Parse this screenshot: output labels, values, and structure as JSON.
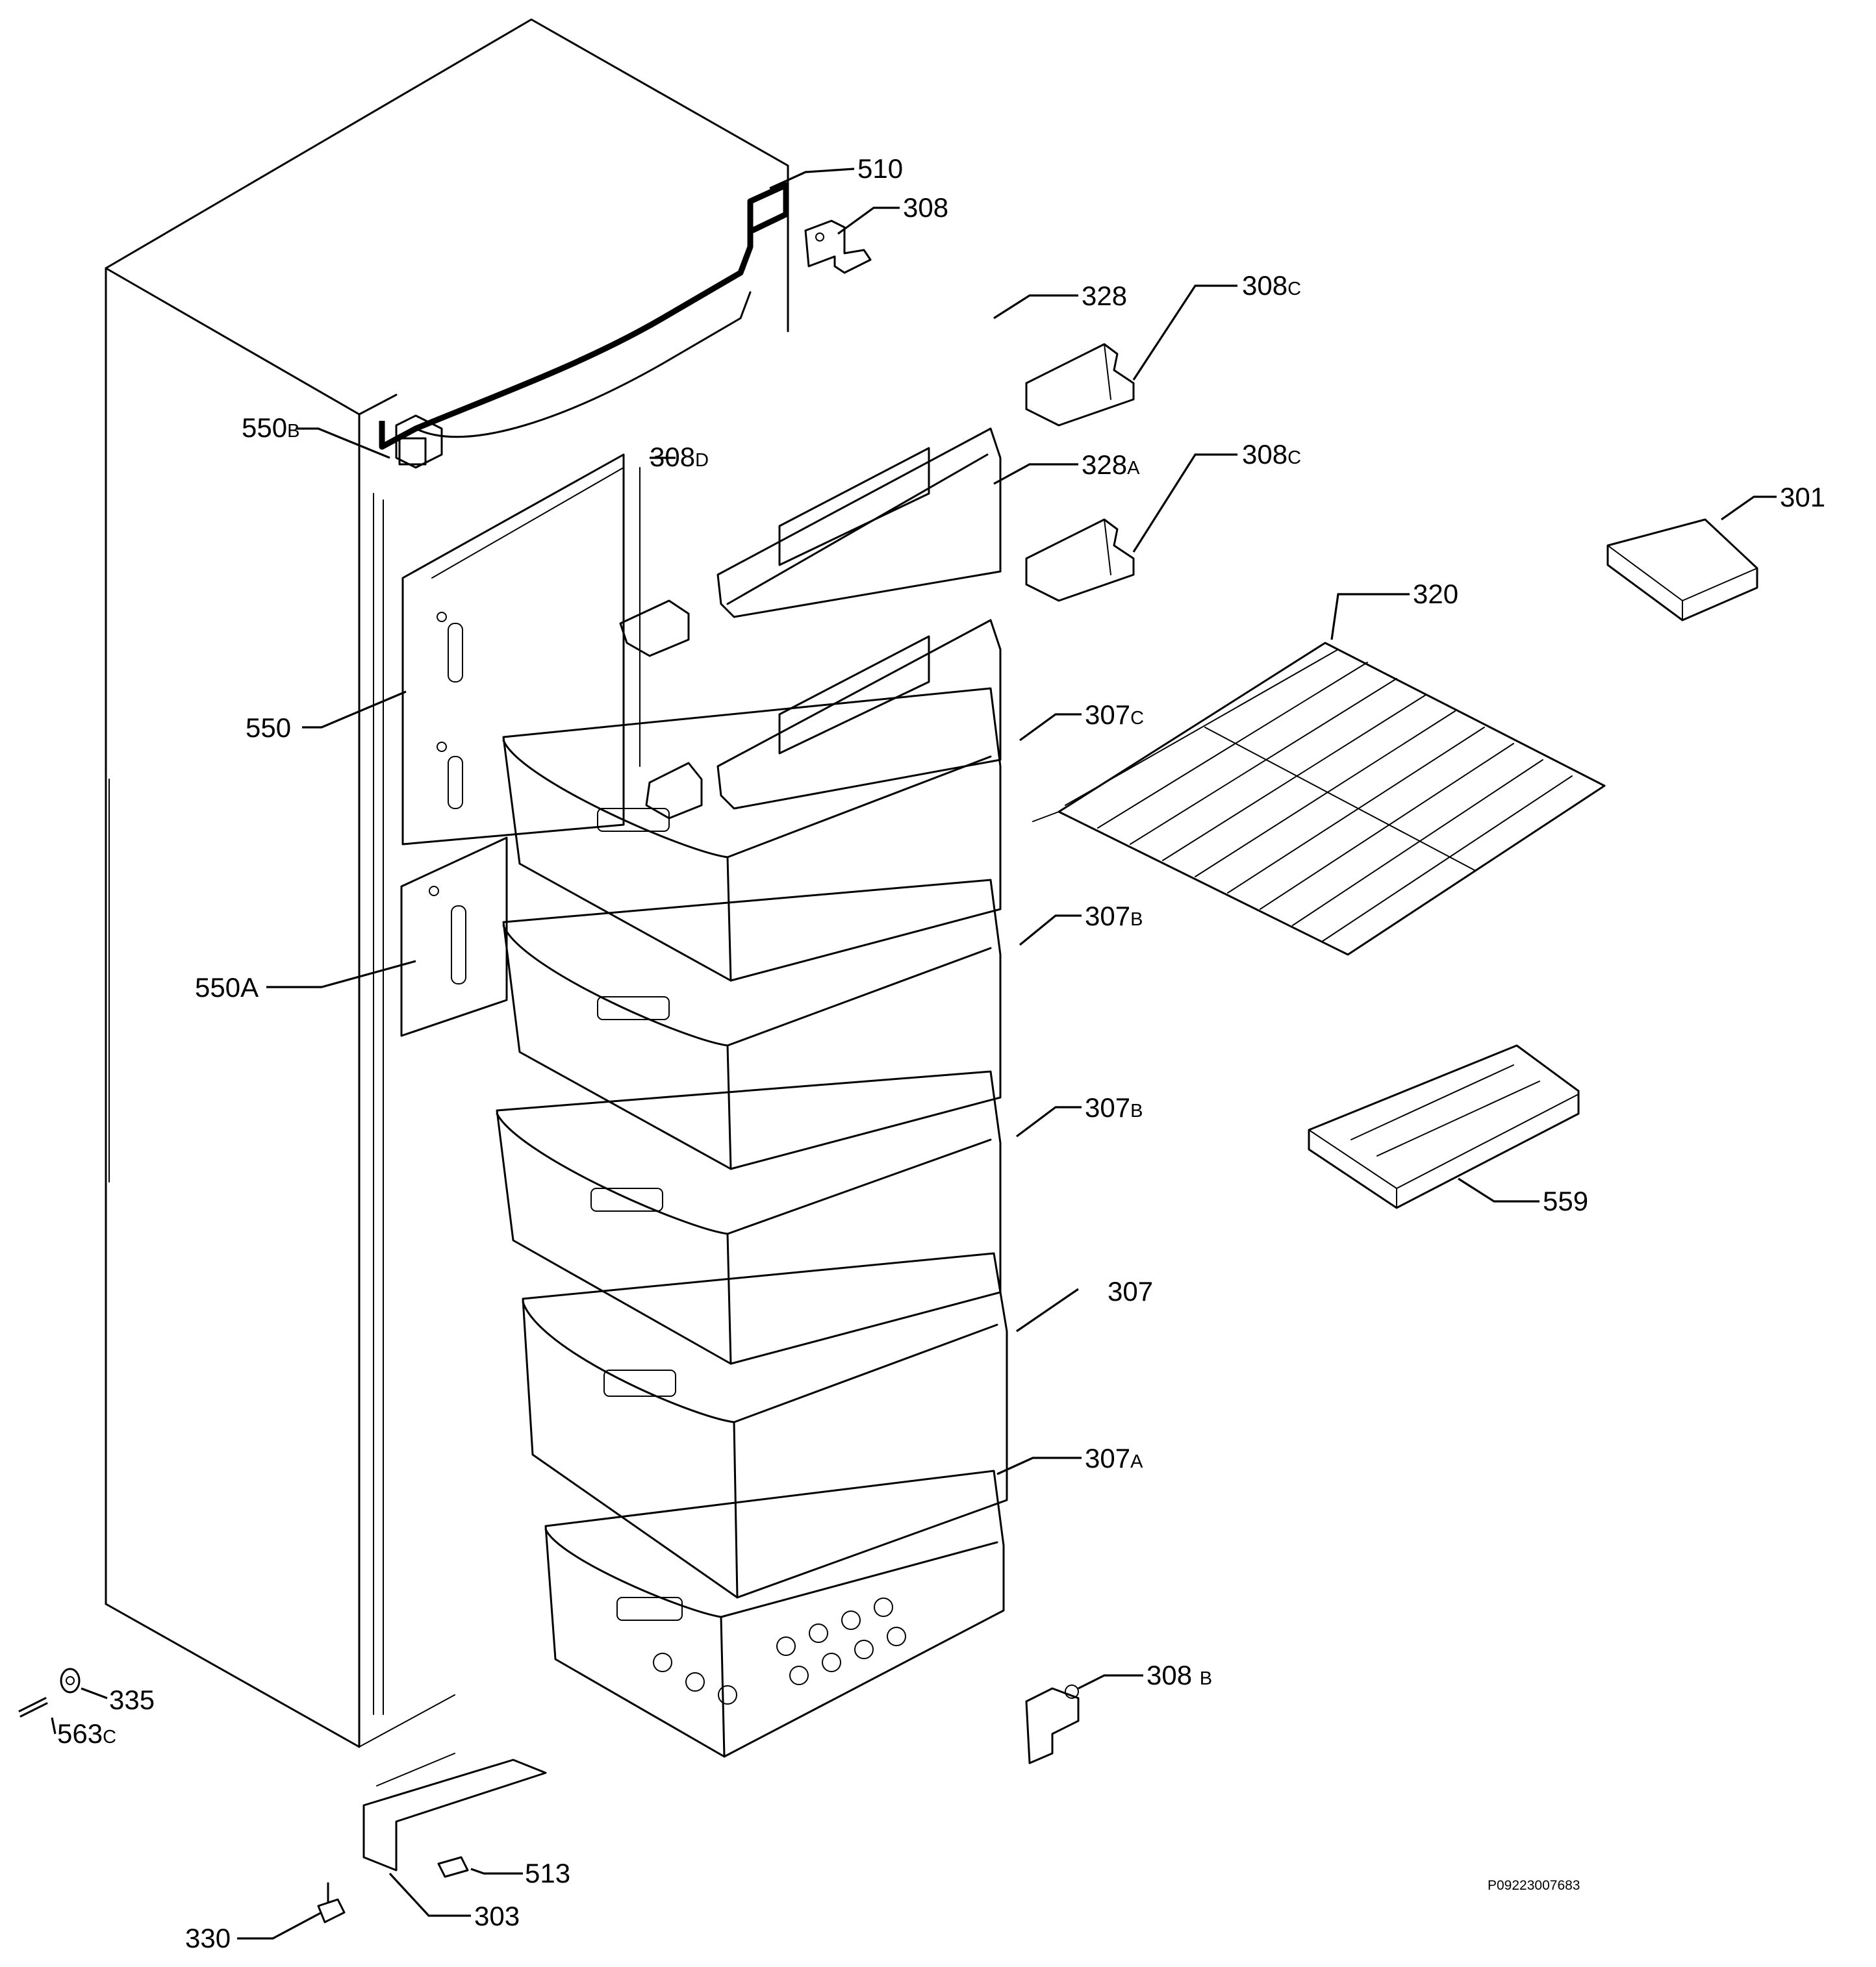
{
  "drawing_code": "P09223007683",
  "labels": [
    {
      "id": "510",
      "text": "510",
      "sfx": ""
    },
    {
      "id": "308",
      "text": "308",
      "sfx": ""
    },
    {
      "id": "328",
      "text": "328",
      "sfx": ""
    },
    {
      "id": "308c1",
      "text": "308",
      "sfx": "C"
    },
    {
      "id": "550b",
      "text": "550",
      "sfx": "B"
    },
    {
      "id": "308d",
      "text": "308",
      "sfx": "D"
    },
    {
      "id": "328a",
      "text": "328",
      "sfx": "A"
    },
    {
      "id": "308c2",
      "text": "308",
      "sfx": "C"
    },
    {
      "id": "301",
      "text": "301",
      "sfx": ""
    },
    {
      "id": "320",
      "text": "320",
      "sfx": ""
    },
    {
      "id": "550",
      "text": "550",
      "sfx": ""
    },
    {
      "id": "307c",
      "text": "307",
      "sfx": "C"
    },
    {
      "id": "307b1",
      "text": "307",
      "sfx": "B"
    },
    {
      "id": "550a",
      "text": "550A",
      "sfx": ""
    },
    {
      "id": "307b2",
      "text": "307",
      "sfx": "B"
    },
    {
      "id": "559",
      "text": "559",
      "sfx": ""
    },
    {
      "id": "307",
      "text": "307",
      "sfx": ""
    },
    {
      "id": "307a",
      "text": "307",
      "sfx": "A"
    },
    {
      "id": "335",
      "text": "335",
      "sfx": ""
    },
    {
      "id": "308b",
      "text": "308 ",
      "sfx": "B"
    },
    {
      "id": "563c",
      "text": "563",
      "sfx": "C"
    },
    {
      "id": "513",
      "text": "513",
      "sfx": ""
    },
    {
      "id": "330",
      "text": "330",
      "sfx": ""
    },
    {
      "id": "303",
      "text": "303",
      "sfx": ""
    }
  ]
}
